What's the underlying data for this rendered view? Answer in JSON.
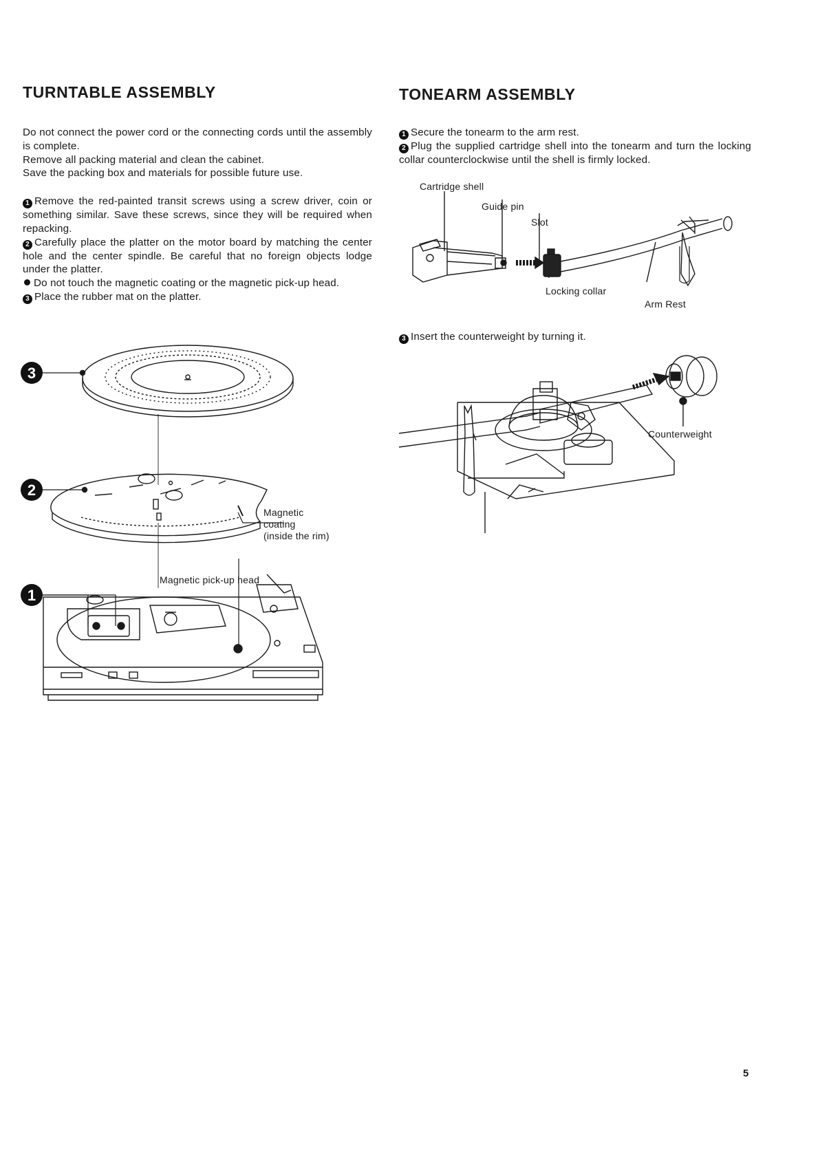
{
  "left": {
    "title": "TURNTABLE ASSEMBLY",
    "intro": [
      "Do not connect the power cord or the connecting cords until the assembly is complete.",
      "Remove all packing material and clean the cabinet.",
      "Save the packing box and materials for possible future use."
    ],
    "steps": [
      {
        "bullet": "1",
        "text": "Remove the red-painted transit screws using a screw driver, coin or something similar. Save these screws, since they will be required when repacking."
      },
      {
        "bullet": "2",
        "text": "Carefully place the platter on the motor board by matching the center hole and the center spindle. Be careful that no foreign objects lodge under the platter."
      },
      {
        "bullet": "dot",
        "text": "Do not touch the magnetic coating or the magnetic pick-up head."
      },
      {
        "bullet": "3",
        "text": "Place the rubber mat on the platter."
      }
    ],
    "callouts": {
      "num3": "3",
      "num2": "2",
      "num1": "1",
      "magnetic_coating": [
        "Magnetic",
        "coating",
        "(inside the rim)"
      ],
      "pickup_head": "Magnetic pick-up head"
    }
  },
  "right": {
    "title": "TONEARM ASSEMBLY",
    "steps": [
      {
        "bullet": "1",
        "text": "Secure the tonearm to the arm rest."
      },
      {
        "bullet": "2",
        "text": "Plug the supplied cartridge shell into the tonearm and turn the locking collar counterclockwise until the shell is firmly locked."
      }
    ],
    "labels": {
      "cartridge_shell": "Cartridge shell",
      "guide_pin": "Guide pin",
      "slot": "Slot",
      "locking_collar": "Locking collar",
      "arm_rest": "Arm Rest",
      "counterweight": "Counterweight"
    },
    "step3": {
      "bullet": "3",
      "text": "Insert the counterweight by turning it."
    }
  },
  "page_number": "5"
}
